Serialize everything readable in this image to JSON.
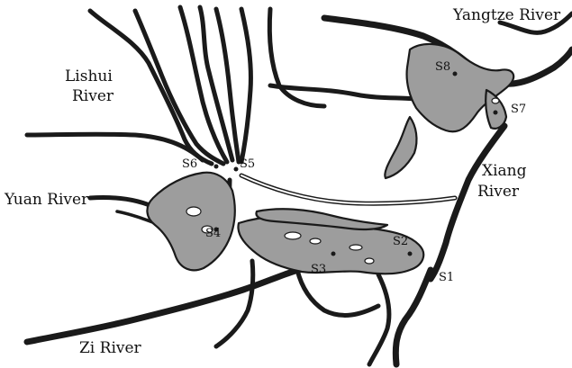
{
  "map": {
    "rivers": {
      "yangtze": "Yangtze River",
      "lishui_line1": "Lishui",
      "lishui_line2": "River",
      "yuan": "Yuan River",
      "xiang_line1": "Xiang",
      "xiang_line2": "River",
      "zi": "Zi River"
    },
    "sites": {
      "s1": "S1",
      "s2": "S2",
      "s3": "S3",
      "s4": "S4",
      "s5": "S5",
      "s6": "S6",
      "s7": "S7",
      "s8": "S8"
    }
  }
}
